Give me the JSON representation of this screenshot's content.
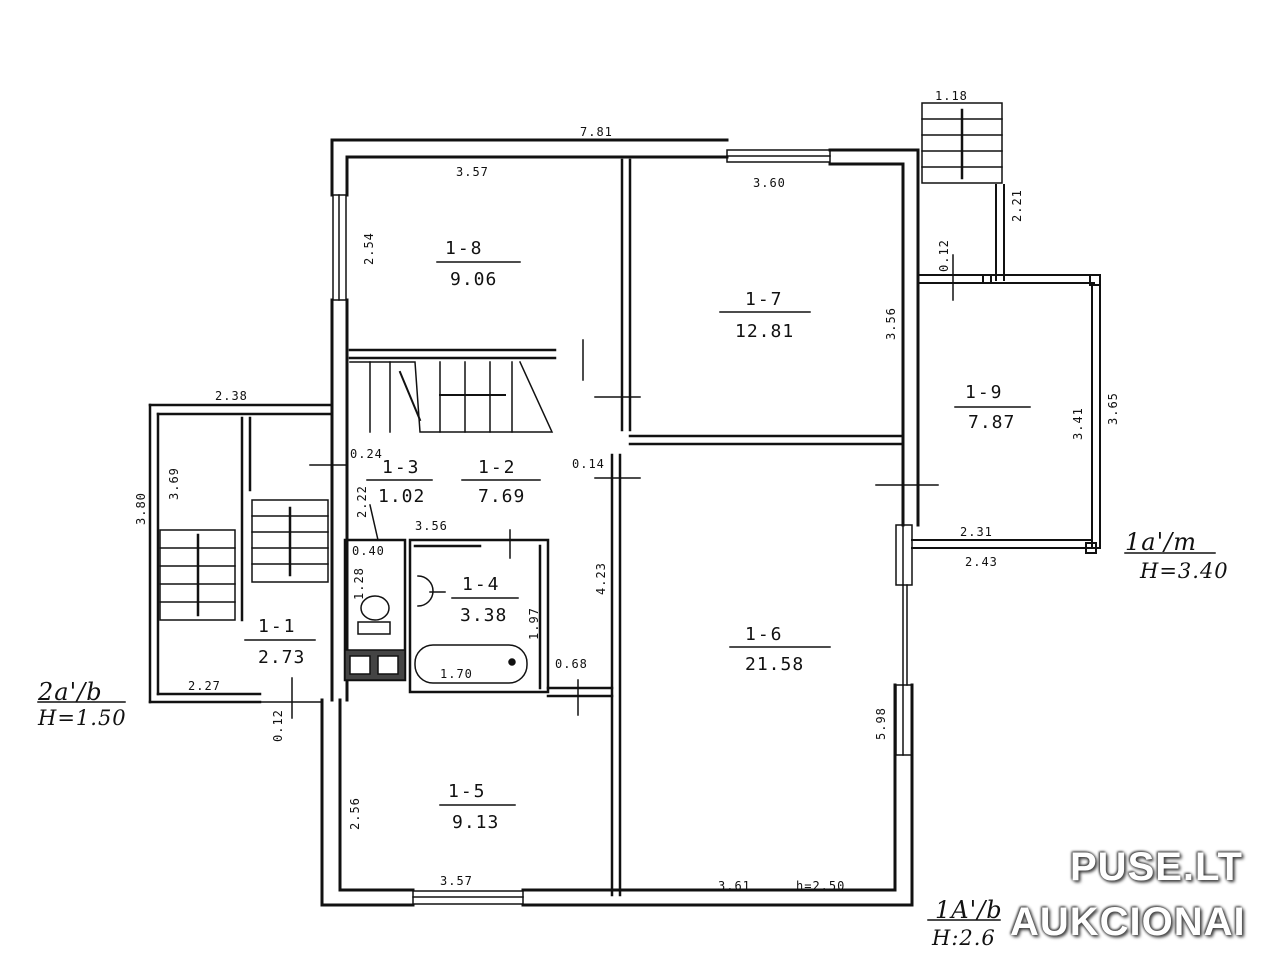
{
  "plan": {
    "rooms": [
      {
        "id": "1-1",
        "area": "2.73"
      },
      {
        "id": "1-2",
        "area": "7.69"
      },
      {
        "id": "1-3",
        "area": "1.02"
      },
      {
        "id": "1-4",
        "area": "3.38"
      },
      {
        "id": "1-5",
        "area": "9.13"
      },
      {
        "id": "1-6",
        "area": "21.58"
      },
      {
        "id": "1-7",
        "area": "12.81"
      },
      {
        "id": "1-8",
        "area": "9.06"
      },
      {
        "id": "1-9",
        "area": "7.87"
      }
    ],
    "dimensions": [
      "7.81",
      "3.57",
      "3.60",
      "2.54",
      "3.56",
      "0.12",
      "2.21",
      "1.18",
      "2.38",
      "3.80",
      "3.69",
      "0.24",
      "2.22",
      "3.56",
      "0.14",
      "0.40",
      "1.28",
      "1.97",
      "4.23",
      "1.70",
      "0.68",
      "2.27",
      "0.12",
      "2.56",
      "3.57",
      "3.61",
      "h=2.50",
      "5.98",
      "3.41",
      "3.65",
      "2.31",
      "2.43"
    ],
    "blocks": [
      {
        "title": "1a'/m",
        "height": "H=3.40"
      },
      {
        "title": "2a'/b",
        "height": "H=1.50"
      },
      {
        "title": "1A'/b",
        "height": "H:2.6"
      }
    ]
  },
  "watermark": {
    "line1": "PUSE.LT",
    "line2": "AUKCIONAI"
  }
}
